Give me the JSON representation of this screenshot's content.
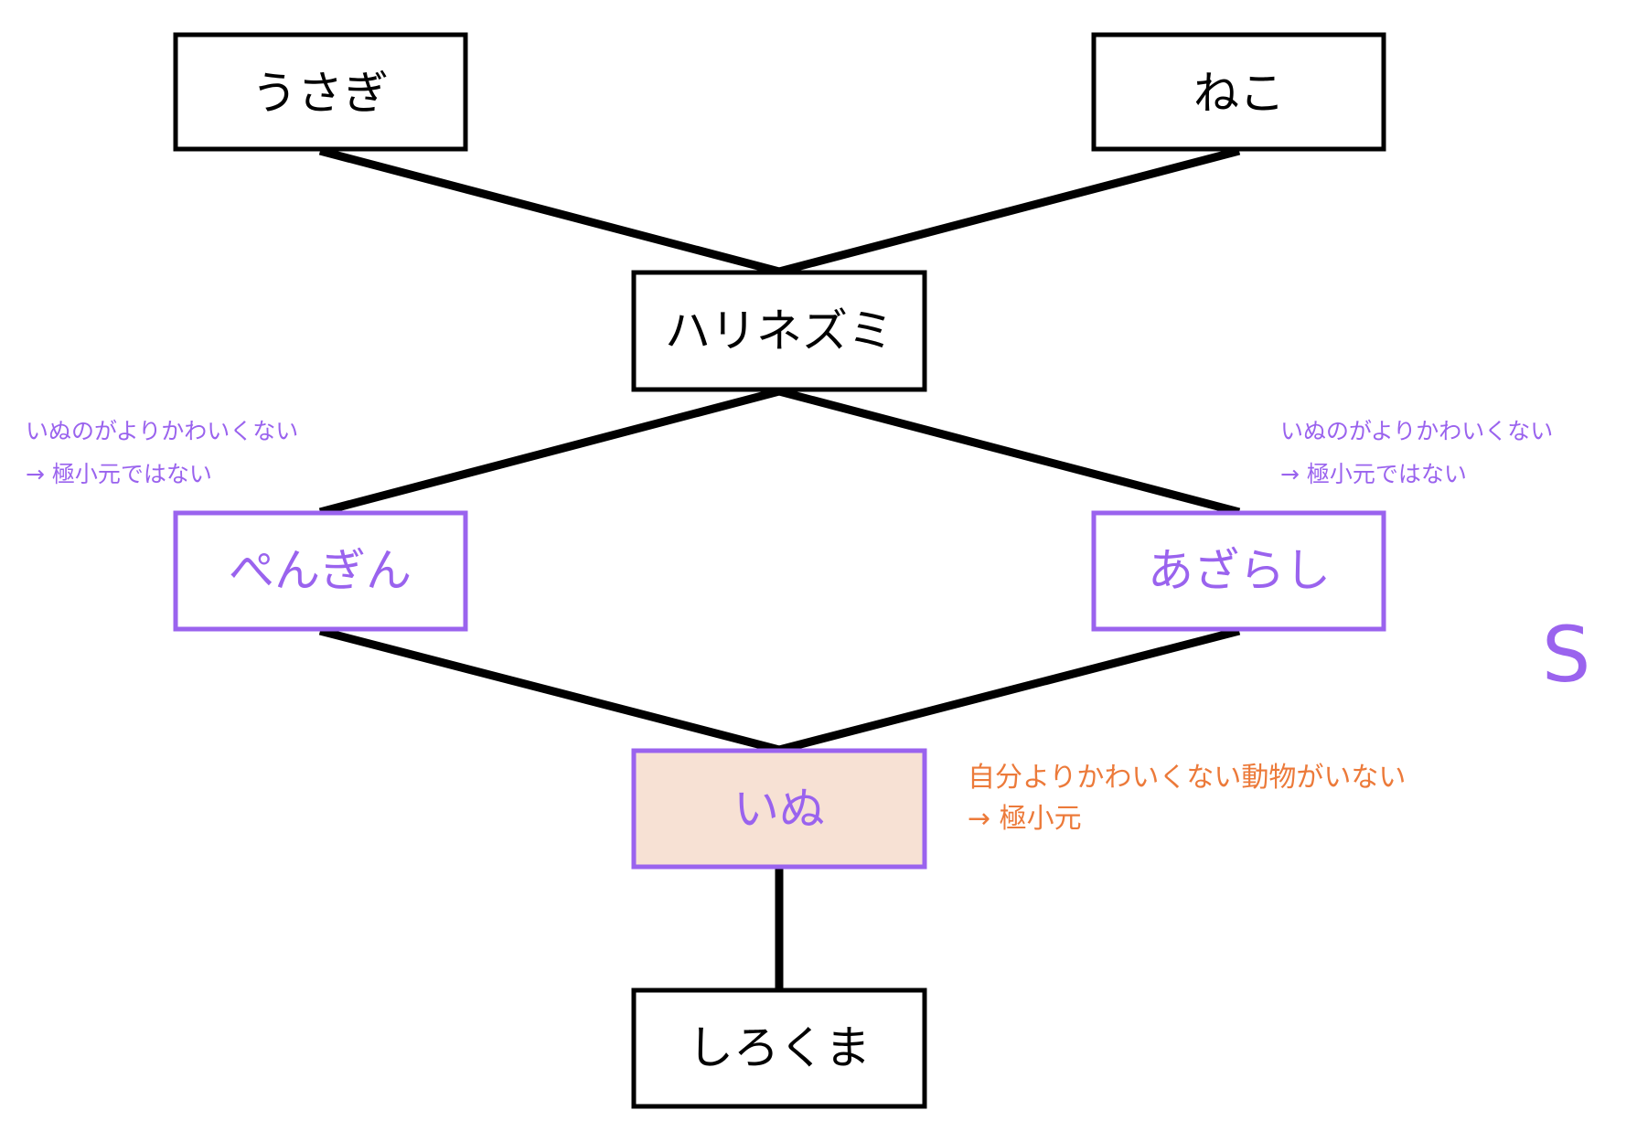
{
  "colors": {
    "black": "#000000",
    "purple": "#9a63ee",
    "orange": "#ec7a3a",
    "highlight_fill": "#f7e1d4"
  },
  "nodes": {
    "usagi": "うさぎ",
    "neko": "ねこ",
    "harinezumi": "ハリネズミ",
    "pengin": "ぺんぎん",
    "azarashi": "あざらし",
    "inu": "いぬ",
    "shirokuma": "しろくま"
  },
  "annotations": {
    "left": {
      "line1": "いぬのがよりかわいくない",
      "line2": "→ 極小元ではない"
    },
    "right": {
      "line1": "いぬのがよりかわいくない",
      "line2": "→ 極小元ではない"
    },
    "inu_note": {
      "line1": "自分よりかわいくない動物がいない",
      "line2": "→ 極小元"
    },
    "set_label": "S"
  }
}
